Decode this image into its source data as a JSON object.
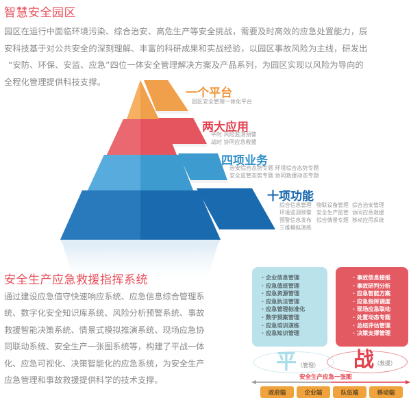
{
  "section1": {
    "title": "智慧安全园区",
    "paragraph_lines": [
      "园区在运行中面临环境污染、综合治安、高危生产等安全挑战，需要及时高效的应急处置能力，辰",
      "安科技基于对公共安全的深刻理解、丰富的科研成果和实战经验，以园区事故风险为主线，研发出",
      "“安防、环保、安监、应急”四位一体安全管理解决方案及产品系列，为园区实现以风险为导向的",
      "全程化管理提供科技支撑。"
    ]
  },
  "pyramid": {
    "colors": {
      "orange": "#f0a04a",
      "red": "#e5555f",
      "light_blue": "#3d9bd0",
      "dark_blue": "#1a6ab0"
    },
    "tiers": [
      {
        "title": "一个平台",
        "title_color": "#f0953a",
        "lines": [
          "园区安全管理一体化平台"
        ]
      },
      {
        "title": "两大应用",
        "title_color": "#e23b4a",
        "lines": [
          "平时 风险监测预警",
          "战时 协同应急救援"
        ]
      },
      {
        "title": "四项业务",
        "title_color": "#2f8fc9",
        "lines": [
          "治安综合态势专题 环境综合态势专题",
          "安全监管态势专题 协同救援动态专题"
        ]
      },
      {
        "title": "十项功能",
        "title_color": "#1565ae",
        "grid": [
          "综合信息管理",
          "物联设备管理",
          "综合治安管理",
          "环境监测预警",
          "安全生产监管",
          "协同应急救援",
          "预警信息发布",
          "综合情景专题",
          "移动应用系统",
          "三维模拟演练"
        ]
      }
    ]
  },
  "section2": {
    "title": "安全生产应急救援指挥系统",
    "paragraph_lines": [
      "通过建设应急值守快速响应系统、应急信息综合管理系",
      "统、数字化安全知识库系统、风险分析预警系统、事故",
      "救援智能决策系统、情景式模拟推演系统、现场应急协",
      "同联动系统、安全生产一张图系统等，构建了平战一体",
      "化、应急可视化、决策智能化的应急系统，为安全生产",
      "应急管理和事故救援提供科学的技术支撑。"
    ]
  },
  "diagram": {
    "left_panel": {
      "color": "#b9e2ea",
      "items": [
        "· 企业信息管理",
        "· 应急值班管理",
        "· 应急资源管理",
        "· 应急执法管理",
        "· 应急管理标准化",
        "· 数字预案管理",
        "· 应急培训演练",
        "· 应急知识管理"
      ]
    },
    "right_panel": {
      "color": "#e45a62",
      "items": [
        "· 事故信息接报",
        "· 事故研判分析",
        "· 应急智能方案",
        "· 应急指挥调度",
        "· 现场应急联动",
        "· 处置动态专题",
        "· 总结评估管理",
        "· 决策支撑管理"
      ]
    },
    "peace": {
      "char": "平",
      "note": "（管理）",
      "color": "#a9dde8"
    },
    "war": {
      "char": "战",
      "note": "（救援）",
      "color": "#e2404c"
    },
    "axis_label": "安全生产应急一张图",
    "buttons": [
      "政府端",
      "企业端",
      "队伍端",
      "移动端"
    ]
  }
}
